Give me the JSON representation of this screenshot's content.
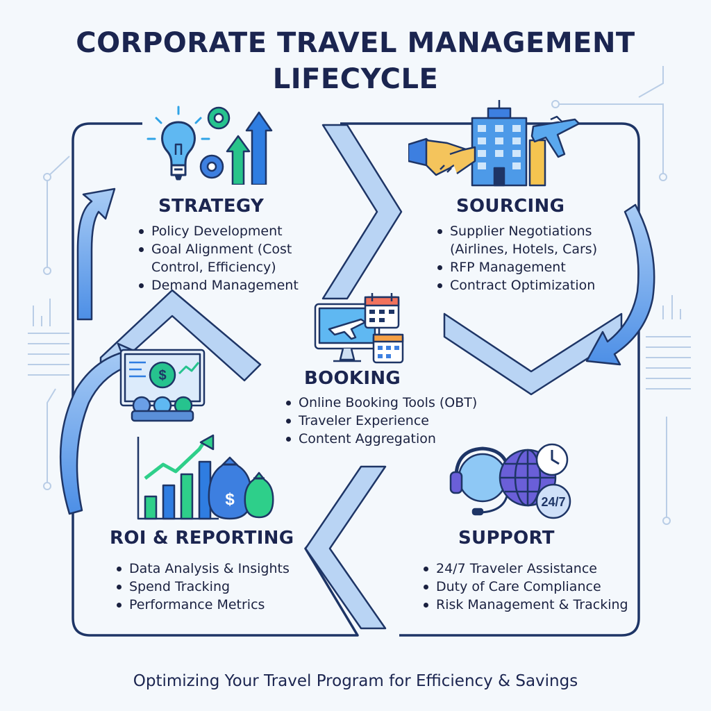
{
  "title": {
    "line1": "CORPORATE TRAVEL MANAGEMENT",
    "line2": "LIFECYCLE"
  },
  "stages": {
    "strategy": {
      "name": "STRATEGY",
      "items": [
        "Policy Development",
        "Goal Alignment (Cost",
        "Control, Efficiency)",
        "Demand Management"
      ]
    },
    "sourcing": {
      "name": "SOURCING",
      "items": [
        "Supplier Negotiations",
        "(Airlines, Hotels, Cars)",
        "RFP Management",
        "Contract Optimization"
      ]
    },
    "booking": {
      "name": "BOOKING",
      "items": [
        "Online Booking Tools (OBT)",
        "Traveler Experience",
        "Content Aggregation"
      ]
    },
    "support": {
      "name": "SUPPORT",
      "items": [
        "24/7 Traveler Assistance",
        "Duty of Care Compliance",
        "Risk Management & Tracking"
      ]
    },
    "roi": {
      "name": "ROI & REPORTING",
      "items": [
        "Data Analysis & Insights",
        "Spend Tracking",
        "Performance Metrics"
      ]
    }
  },
  "icons": {
    "strategy": "lightbulb-gears-arrows-icon",
    "sourcing": "handshake-building-airplane-icon",
    "booking": "monitor-airplane-calendar-icon",
    "support": "headset-globe-clock-icon",
    "support_badge": "24/7",
    "roi": "bar-chart-money-bags-icon",
    "roi_presentation": "presentation-board-icon",
    "roi_board_symbol": "$",
    "roi_bag_symbol": "$"
  },
  "colors": {
    "title": "#1b2550",
    "flow_outline": "#1e3566",
    "flow_fill": "#b9d4f4",
    "accent_blue": "#2f7de1",
    "accent_green": "#22c08a"
  },
  "footer": "Optimizing Your Travel Program for Efficiency & Savings"
}
